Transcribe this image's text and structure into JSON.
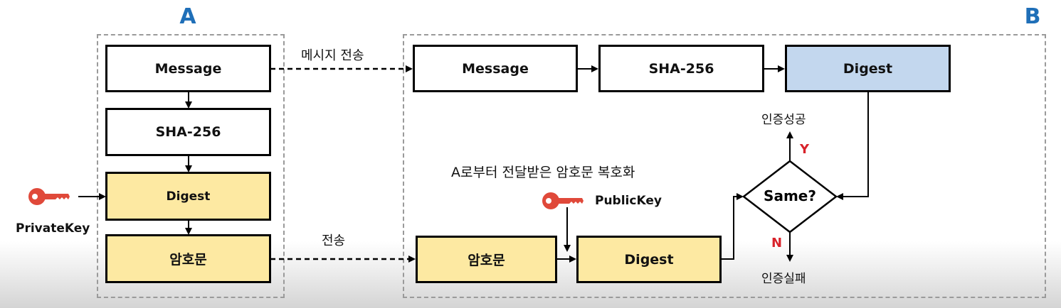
{
  "sender": {
    "label": "A",
    "boxes": {
      "message": "Message",
      "sha": "SHA-256",
      "digest": "Digest",
      "cipher": "암호문"
    },
    "private_key_label": "PrivateKey"
  },
  "receiver": {
    "label": "B",
    "boxes": {
      "message": "Message",
      "sha": "SHA-256",
      "digest_top": "Digest",
      "cipher": "암호문",
      "digest_bottom": "Digest"
    },
    "public_key_label": "PublicKey",
    "decrypt_caption": "A로부터 전달받은 암호문 복호화",
    "decision": "Same?",
    "yes": "Y",
    "no": "N",
    "success": "인증성공",
    "failure": "인증실패"
  },
  "transfer": {
    "message_send": "메시지 전송",
    "send": "전송"
  },
  "colors": {
    "letter": "#1f6fb8",
    "key": "#e0493a",
    "yellow_box": "#fde9a2",
    "blue_box": "#c3d7ee",
    "yes_no": "#d8222a"
  },
  "icons": [
    "key-icon",
    "key-icon"
  ]
}
